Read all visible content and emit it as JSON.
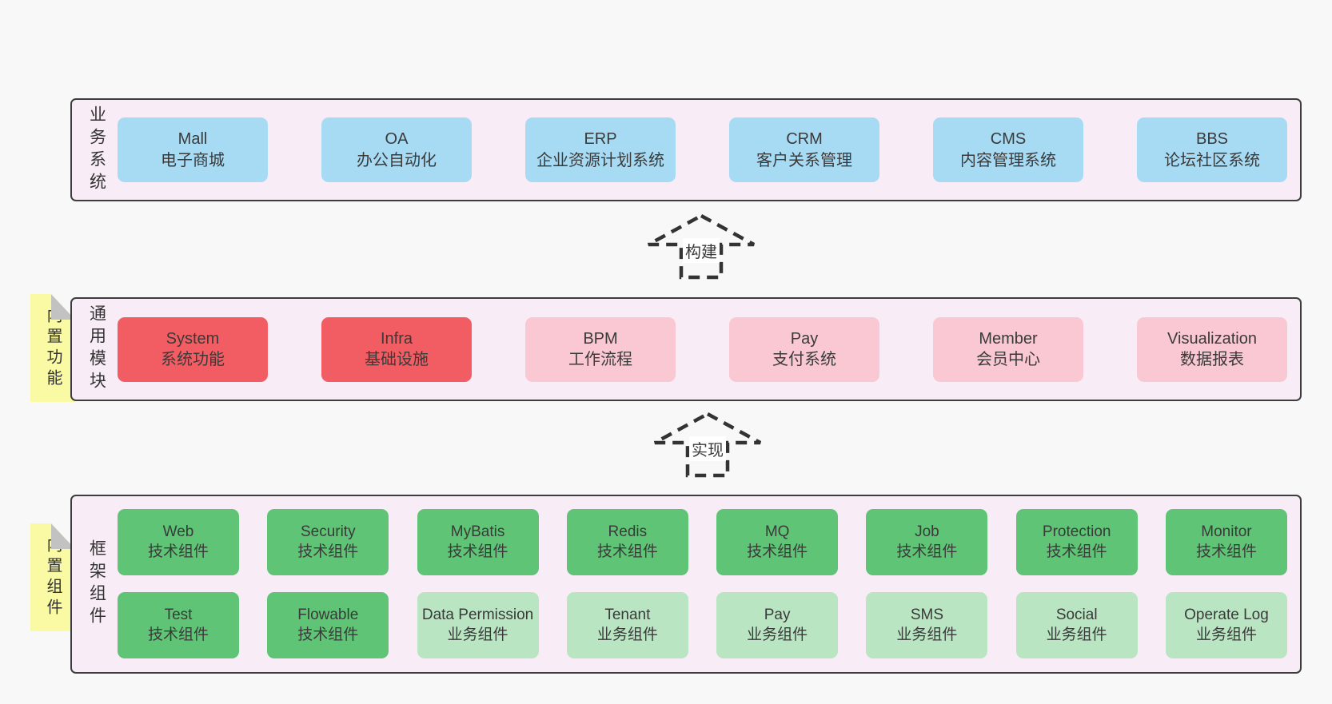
{
  "palette": {
    "page_bg": "#f8f8f8",
    "section_bg": "#f8edf6",
    "section_border": "#3d3d3d",
    "blue": "#a7dbf4",
    "red": "#f15d62",
    "pink": "#f9c8d2",
    "green": "#5fc475",
    "light_green": "#b9e5c3",
    "note_yellow": "#fafaa4",
    "note_fold_gray": "#c2c2c2",
    "arrow_stroke": "#333333",
    "text": "#3a3a3a"
  },
  "sections": {
    "business": {
      "label": "业务系统",
      "boxes": [
        {
          "name": "Mall",
          "desc": "电子商城",
          "color": "blue"
        },
        {
          "name": "OA",
          "desc": "办公自动化",
          "color": "blue"
        },
        {
          "name": "ERP",
          "desc": "企业资源计划系统",
          "color": "blue"
        },
        {
          "name": "CRM",
          "desc": "客户关系管理",
          "color": "blue"
        },
        {
          "name": "CMS",
          "desc": "内容管理系统",
          "color": "blue"
        },
        {
          "name": "BBS",
          "desc": "论坛社区系统",
          "color": "blue"
        }
      ]
    },
    "modules": {
      "label": "通用模块",
      "note": "内置功能",
      "boxes": [
        {
          "name": "System",
          "desc": "系统功能",
          "color": "red"
        },
        {
          "name": "Infra",
          "desc": "基础设施",
          "color": "red"
        },
        {
          "name": "BPM",
          "desc": "工作流程",
          "color": "pink"
        },
        {
          "name": "Pay",
          "desc": "支付系统",
          "color": "pink"
        },
        {
          "name": "Member",
          "desc": "会员中心",
          "color": "pink"
        },
        {
          "name": "Visualization",
          "desc": "数据报表",
          "color": "pink"
        }
      ]
    },
    "components": {
      "label": "框架组件",
      "note": "内置组件",
      "boxes": [
        {
          "name": "Web",
          "desc": "技术组件",
          "color": "green"
        },
        {
          "name": "Security",
          "desc": "技术组件",
          "color": "green"
        },
        {
          "name": "MyBatis",
          "desc": "技术组件",
          "color": "green"
        },
        {
          "name": "Redis",
          "desc": "技术组件",
          "color": "green"
        },
        {
          "name": "MQ",
          "desc": "技术组件",
          "color": "green"
        },
        {
          "name": "Job",
          "desc": "技术组件",
          "color": "green"
        },
        {
          "name": "Protection",
          "desc": "技术组件",
          "color": "green"
        },
        {
          "name": "Monitor",
          "desc": "技术组件",
          "color": "green"
        },
        {
          "name": "Test",
          "desc": "技术组件",
          "color": "green"
        },
        {
          "name": "Flowable",
          "desc": "技术组件",
          "color": "green"
        },
        {
          "name": "Data Permission",
          "desc": "业务组件",
          "color": "light_green"
        },
        {
          "name": "Tenant",
          "desc": "业务组件",
          "color": "light_green"
        },
        {
          "name": "Pay",
          "desc": "业务组件",
          "color": "light_green"
        },
        {
          "name": "SMS",
          "desc": "业务组件",
          "color": "light_green"
        },
        {
          "name": "Social",
          "desc": "业务组件",
          "color": "light_green"
        },
        {
          "name": "Operate Log",
          "desc": "业务组件",
          "color": "light_green"
        }
      ]
    }
  },
  "arrows": [
    {
      "label": "构建"
    },
    {
      "label": "实现"
    }
  ]
}
